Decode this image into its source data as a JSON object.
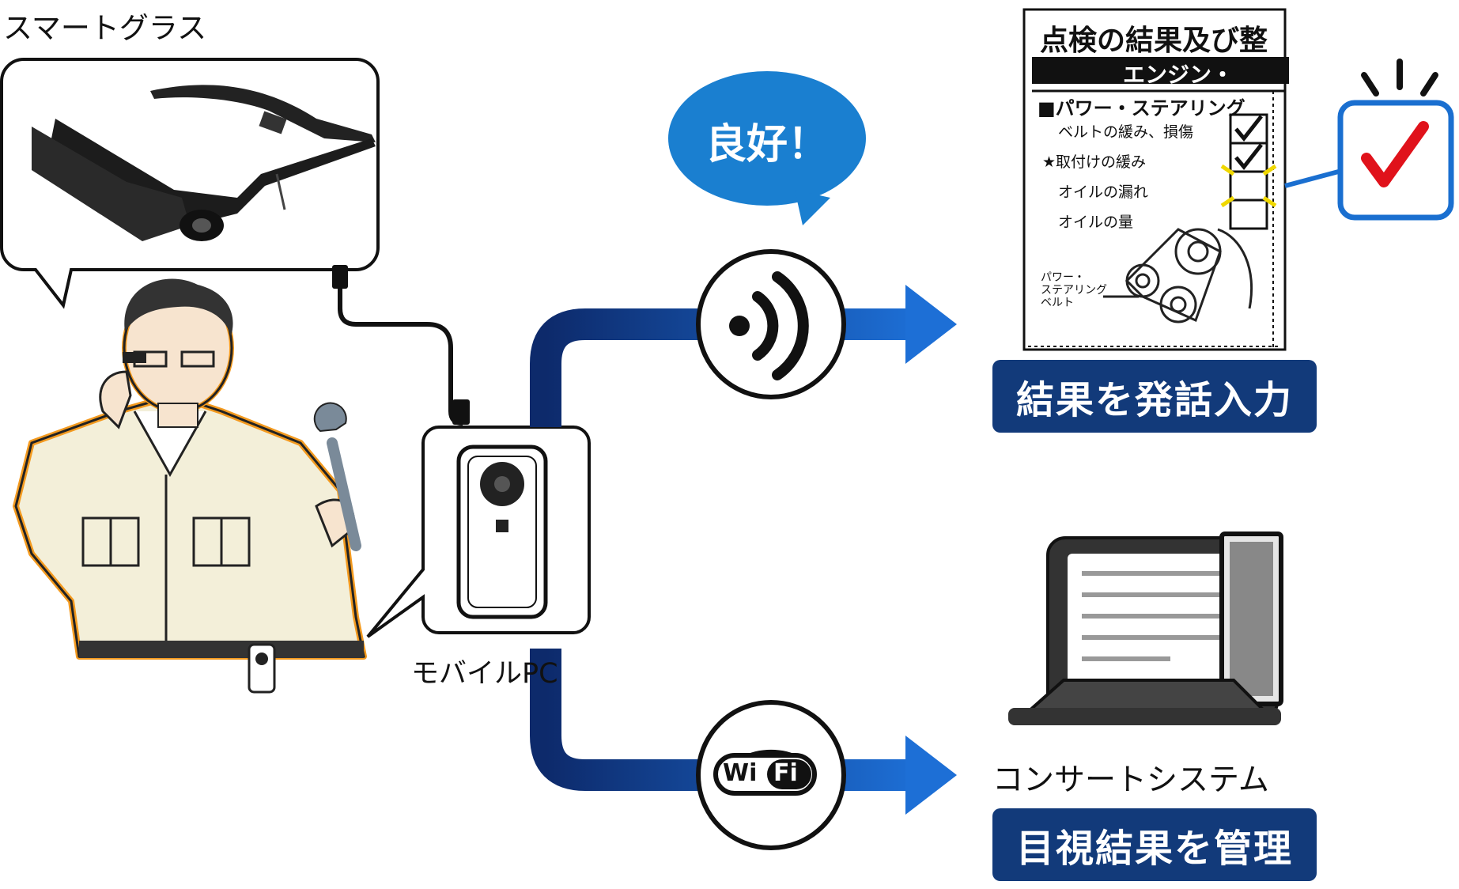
{
  "labels": {
    "smart_glasses": "スマートグラス",
    "mobile_pc": "モバイルPC",
    "consert_system": "コンサートシステム"
  },
  "speech": {
    "good": "良好！"
  },
  "badges": {
    "voice_input": "結果を発話入力",
    "visual_management": "目視結果を管理"
  },
  "wifi": {
    "left": "Wi",
    "right": "Fi"
  },
  "checklist": {
    "title": "点検の結果及び整",
    "header": "エンジン・",
    "section": "■パワー・ステアリング",
    "items": [
      "ベルトの緩み、損傷",
      "★取付けの緩み",
      "オイルの漏れ",
      "オイルの量"
    ],
    "diagram_label_1": "パワー・",
    "diagram_label_2": "ステアリング",
    "diagram_label_3": "ベルト"
  },
  "icons": {
    "signal": "voice-signal-icon",
    "wifi": "wifi-icon",
    "check": "checkmark-icon",
    "computer": "desktop-computer-icon",
    "glasses": "smart-glasses-icon",
    "worker": "worker-illustration-icon",
    "mobile_pc": "mobile-pc-device-icon"
  },
  "colors": {
    "badge_bg": "#123a7a",
    "arrow_blue": "#1565c0",
    "arrow_dark": "#0d2a6b",
    "bubble_blue": "#1a7fd0",
    "check_red": "#e0121b",
    "check_box_blue": "#1a6fd0",
    "worker_outline": "#f39a1f"
  }
}
